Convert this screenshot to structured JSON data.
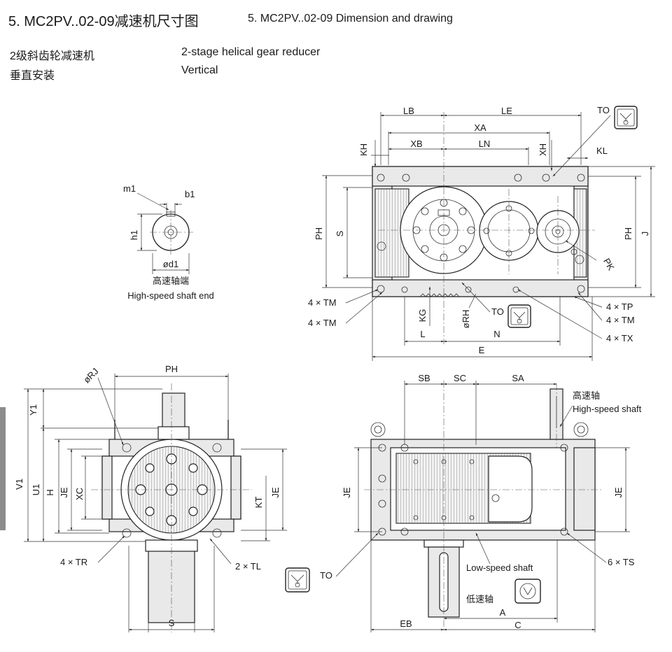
{
  "header": {
    "title_cn": "5. MC2PV..02-09减速机尺寸图",
    "title_en": "5. MC2PV..02-09 Dimension and drawing",
    "type_cn": "2级斜齿轮减速机",
    "type_en": "2-stage helical gear reducer",
    "mount_cn": "垂直安装",
    "mount_en": "Vertical"
  },
  "shaft_end": {
    "labels": {
      "m1": "m1",
      "b1": "b1",
      "h1": "h1",
      "d1": "ød1"
    },
    "caption_cn": "高速轴端",
    "caption_en": "High-speed shaft end"
  },
  "front_view": {
    "dims": {
      "LB": "LB",
      "LE": "LE",
      "XA": "XA",
      "XB": "XB",
      "LN": "LN",
      "KH": "KH",
      "XH": "XH",
      "KL": "KL",
      "TO_top": "TO",
      "PH_left": "PH",
      "S_left": "S",
      "PH_right": "PH",
      "J": "J",
      "PK": "PK",
      "TM1": "4 × TM",
      "TM2": "4 × TM",
      "KG": "KG",
      "RH": "øRH",
      "TO_mid": "TO",
      "TP": "4 × TP",
      "TM3": "4 × TM",
      "TX": "4 × TX",
      "L": "L",
      "N": "N",
      "E": "E"
    }
  },
  "side_view": {
    "dims": {
      "RJ": "øRJ",
      "PH": "PH",
      "Y1": "Y1",
      "V1": "V1",
      "U1": "U1",
      "H": "H",
      "JE_left": "JE",
      "XC": "XC",
      "KT": "KT",
      "JE_right": "JE",
      "TR": "4 × TR",
      "TL": "2 × TL",
      "S": "S"
    }
  },
  "top_view": {
    "dims": {
      "SB": "SB",
      "SC": "SC",
      "SA": "SA",
      "hs_cn": "高速轴",
      "hs_en": "High-speed shaft",
      "JE_left": "JE",
      "JE_right": "JE",
      "TS": "6 × TS",
      "TO": "TO",
      "ls_en": "Low-speed shaft",
      "ls_cn": "低速轴",
      "EB": "EB",
      "A": "A",
      "C": "C"
    }
  },
  "icons": [
    "oil-filler-icon",
    "oil-filler-icon",
    "oil-filler-icon",
    "rotation-direction-icon"
  ]
}
